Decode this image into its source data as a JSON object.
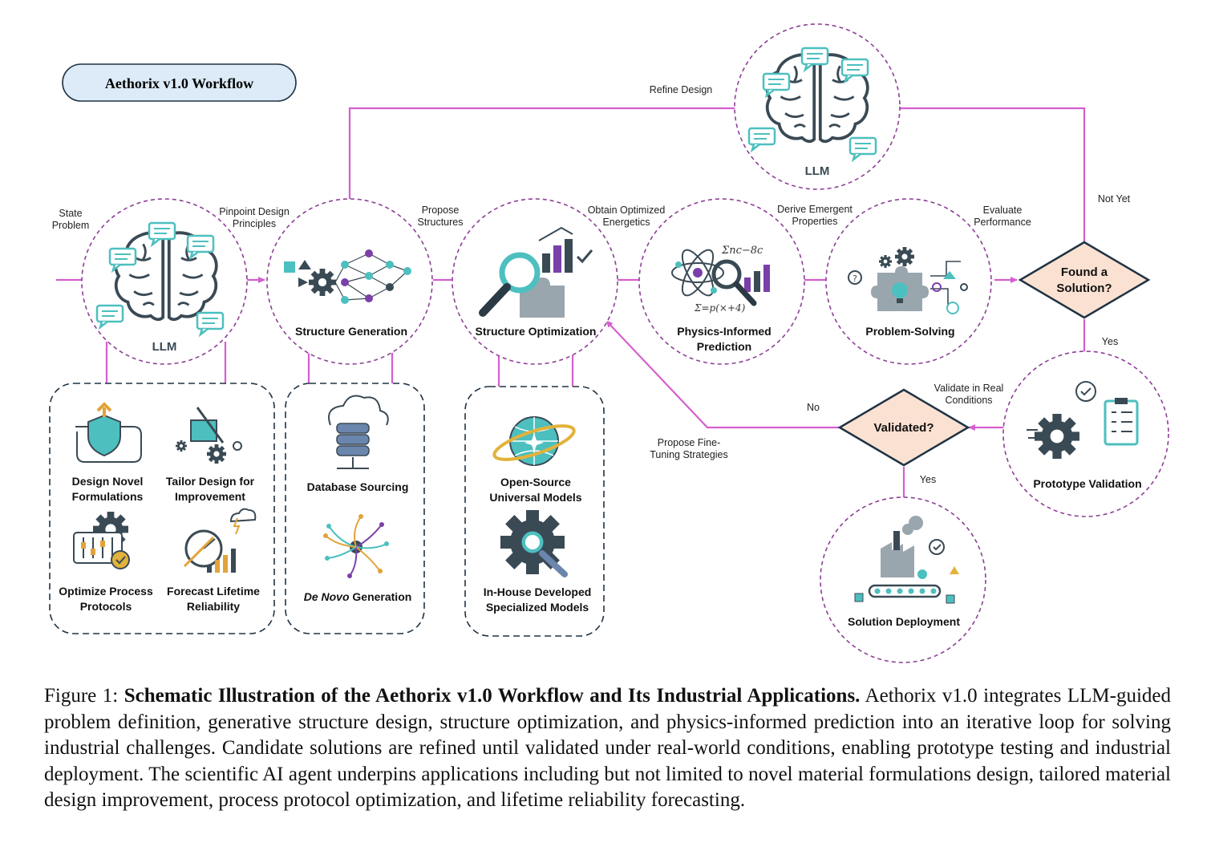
{
  "title": "Aethorix v1.0 Workflow",
  "edges": {
    "state_problem": [
      "State",
      "Problem"
    ],
    "pinpoint": [
      "Pinpoint Design",
      "Principles"
    ],
    "propose_structures": [
      "Propose",
      "Structures"
    ],
    "obtain_energetics": [
      "Obtain Optimized",
      "Energetics"
    ],
    "derive_properties": [
      "Derive Emergent",
      "Properties"
    ],
    "evaluate": [
      "Evaluate",
      "Performance"
    ],
    "refine_design": "Refine Design",
    "not_yet": "Not Yet",
    "yes_found": "Yes",
    "validate_real": [
      "Validate in Real",
      "Conditions"
    ],
    "no": "No",
    "fine_tuning": [
      "Propose Fine-",
      "Tuning Strategies"
    ],
    "yes_validated": "Yes"
  },
  "nodes": {
    "llm_main": "LLM",
    "llm_top": "LLM",
    "structure_generation": "Structure Generation",
    "structure_optimization": "Structure Optimization",
    "physics_prediction": [
      "Physics-Informed",
      "Prediction"
    ],
    "problem_solving": "Problem-Solving",
    "prototype_validation": "Prototype Validation",
    "solution_deployment": "Solution Deployment",
    "found_solution": [
      "Found a",
      "Solution?"
    ],
    "validated": "Validated?"
  },
  "formulas": {
    "f1": "Σnc−8c",
    "f2": "Σ=p(×+4)"
  },
  "applications": [
    [
      "Design Novel",
      "Formulations"
    ],
    [
      "Tailor Design for",
      "Improvement"
    ],
    [
      "Optimize Process",
      "Protocols"
    ],
    [
      "Forecast Lifetime",
      "Reliability"
    ]
  ],
  "generation_sources": {
    "database": "Database Sourcing",
    "denovo_italic": "De Novo",
    "denovo_rest": " Generation"
  },
  "optimization_models": {
    "open_source": [
      "Open-Source",
      "Universal Models"
    ],
    "in_house": [
      "In-House Developed",
      "Specialized Models"
    ]
  },
  "caption": {
    "prefix": "Figure 1: ",
    "bold": "Schematic Illustration of the Aethorix v1.0 Workflow and Its Industrial Applications.",
    "body": " Aethorix v1.0 integrates LLM-guided problem definition, generative structure design, structure optimization, and physics-informed prediction into an iterative loop for solving industrial challenges.  Candidate solutions are refined until validated under real-world conditions, enabling prototype testing and industrial deployment. The scientific AI agent underpins applications including but not limited to novel material formulations design, tailored material design improvement, process protocol optimization, and lifetime reliability forecasting."
  },
  "colors": {
    "flow": "#d45fcd",
    "circle_border": "#8e3f97",
    "diamond_fill": "#fbe1d1",
    "title_fill": "#dcebf7",
    "teal": "#4dbfbf",
    "dark": "#3a4a55",
    "purple": "#7a3fa8"
  }
}
